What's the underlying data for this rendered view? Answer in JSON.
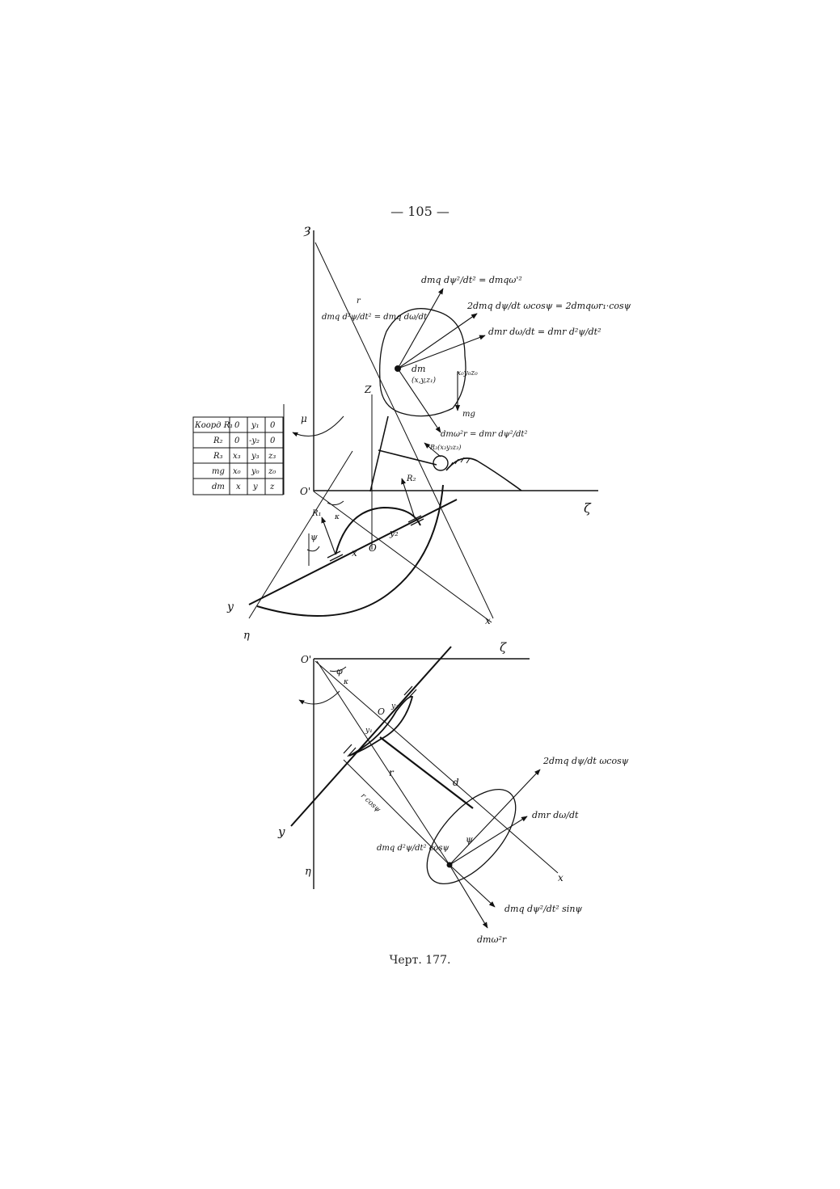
{
  "page_number": "— 105 —",
  "caption": "Черт. 177.",
  "upper_diagram": {
    "axis_z": "ȝ",
    "axis_zeta": "ζ",
    "origin_prime": "O'",
    "origin": "O",
    "axis_y": "y",
    "axis_eta": "η",
    "axis_x": "x",
    "axis_Z": "Z",
    "label_r": "r",
    "label_mu": "μ",
    "label_psi": "ψ",
    "label_x1": "x",
    "label_y2": "y₂",
    "label_R1": "R₁",
    "label_R2": "R₂",
    "label_kappa": "κ",
    "force_centripetal": "dmq dψ²/dt² = dmqω'²",
    "force_coriolis": "2dmq dψ/dt ωcosψ = 2dmqωr₁·cosψ",
    "force_tangential_1": "dmq d²ψ/dt² = dmq dω/dt",
    "force_tangential_2": "dmr dω/dt = dmr d²ψ/dt²",
    "mass_label": "dm",
    "mass_coords": "(x,y,z₁)",
    "coord_label": "x₀y₀z₀",
    "gravity": "mg",
    "force_centrifugal": "dmω²r = dmr dψ²/dt²",
    "contact_label": "R₃(x₃y₃z₃)"
  },
  "table": {
    "rows": [
      [
        "Коорд R₁",
        "0",
        "y₁",
        "0"
      ],
      [
        "R₂",
        "0",
        "-y₂",
        "0"
      ],
      [
        "R₃",
        "x₃",
        "y₃",
        "z₃"
      ],
      [
        "mg",
        "x₀",
        "y₀",
        "z₀"
      ],
      [
        "dm",
        "x",
        "y",
        "z"
      ]
    ]
  },
  "lower_diagram": {
    "origin_prime": "O'",
    "axis_zeta": "ζ",
    "axis_y": "y",
    "axis_eta": "η",
    "axis_x": "x",
    "label_phi": "φ",
    "label_kappa": "κ",
    "origin": "O",
    "label_y2": "y₂",
    "label_y1": "y₁",
    "label_r": "r",
    "label_d": "d",
    "label_psi": "ψ",
    "rotated_label": "r cosψ",
    "force_coriolis": "2dmq dψ/dt ωcosψ",
    "force_tangential": "dmr dω/dt",
    "force_left": "dmq d²ψ/dt² cosψ",
    "force_radial": "dmq dψ²/dt² sinψ",
    "force_centrifugal": "dmω²r"
  }
}
